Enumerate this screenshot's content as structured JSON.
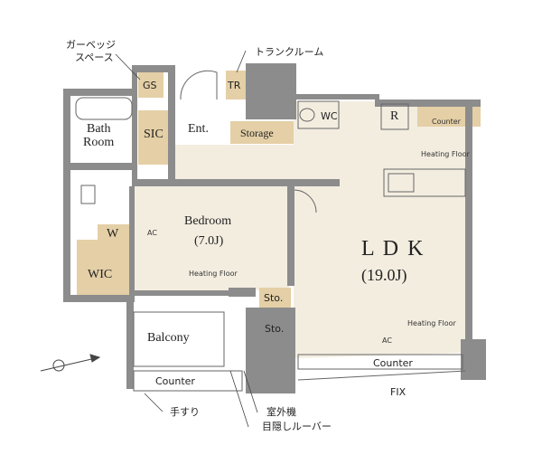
{
  "callouts": {
    "garbage_space_line1": "ガーベッジ",
    "garbage_space_line2": "スペース",
    "trunk_room": "トランクルーム",
    "handrail": "手すり",
    "outdoor_unit": "室外機",
    "screen_louver": "目隠しルーバー"
  },
  "rooms": {
    "gs": "GS",
    "tr": "TR",
    "bath_line1": "Bath",
    "bath_line2": "Room",
    "sic": "SIC",
    "entrance": "Ent.",
    "storage": "Storage",
    "wc": "WC",
    "refrigerator": "R",
    "bedroom": "Bedroom",
    "bedroom_size": "(7.0J)",
    "w": "W",
    "wic": "WIC",
    "ldk": "L D K",
    "ldk_size": "(19.0J)",
    "sto1": "Sto.",
    "sto2": "Sto.",
    "balcony": "Balcony"
  },
  "fixtures": {
    "counter_kitchen": "Counter",
    "counter_ldk": "Counter",
    "counter_balcony": "Counter",
    "heating_floor_kitchen": "Heating Floor",
    "heating_floor_bedroom": "Heating Floor",
    "heating_floor_ldk": "Heating Floor",
    "ac_bedroom": "AC",
    "ac_ldk": "AC",
    "fix": "FIX"
  },
  "colors": {
    "wall": "#8c8c8c",
    "floor_beige": "#f3ede0",
    "storage_tan": "#e4cfa6",
    "balcony": "#ffffff"
  }
}
